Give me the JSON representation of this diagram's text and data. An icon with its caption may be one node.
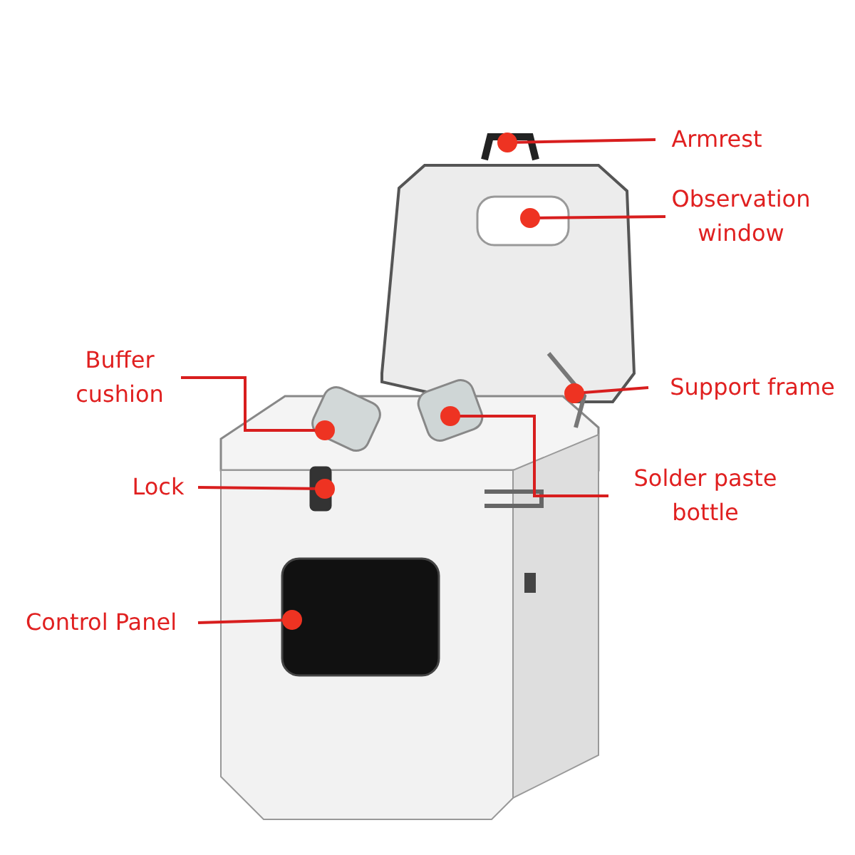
{
  "diagram": {
    "nodes": [
      {
        "text": [
          "Armrest"
        ]
      },
      {
        "text": [
          "Observation window"
        ]
      },
      {
        "text": [
          "Buffer cushion"
        ]
      },
      {
        "text": [
          "Support frame"
        ]
      },
      {
        "text": [
          "Lock"
        ]
      },
      {
        "text": [
          "Solder paste bottle"
        ]
      },
      {
        "text": [
          "Control Panel"
        ]
      },
      {
        "text": [],
        "shape": "bar"
      },
      {
        "text": [],
        "shape": "box"
      },
      {
        "text": [],
        "shape": "bar"
      },
      {
        "text": [],
        "shape": "cylinder"
      },
      {
        "text": [],
        "shape": "cylinder"
      },
      {
        "text": [],
        "shape": "box"
      },
      {
        "text": [],
        "shape": "box"
      }
    ],
    "edges": [
      {
        "from": 0,
        "to": 7,
        "arrow": "other"
      },
      {
        "from": 1,
        "to": 8,
        "arrow": "other"
      },
      {
        "from": 2,
        "to": 10,
        "arrow": "other"
      },
      {
        "from": 3,
        "to": 9,
        "arrow": "other"
      },
      {
        "from": 4,
        "to": 12,
        "arrow": "other"
      },
      {
        "from": 5,
        "to": 11,
        "arrow": "other"
      },
      {
        "from": 6,
        "to": 13,
        "arrow": "other"
      }
    ]
  }
}
